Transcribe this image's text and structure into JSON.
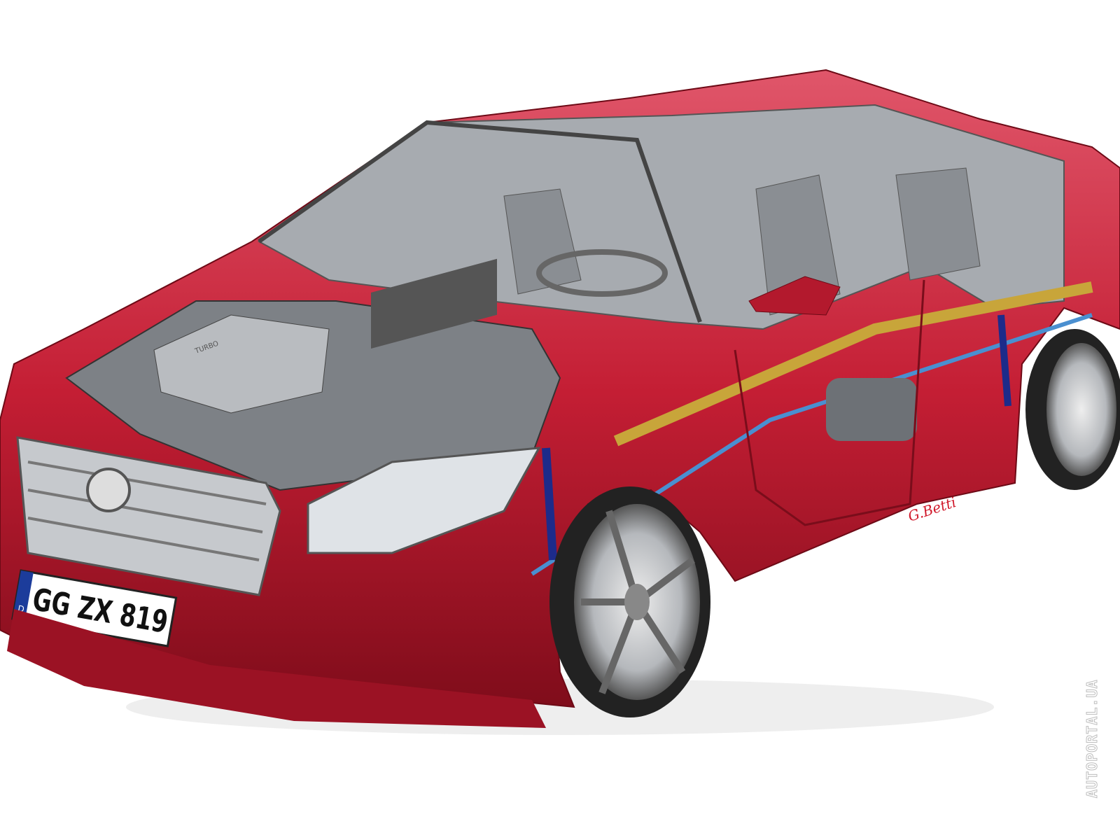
{
  "illustration": {
    "license_plate": {
      "country": "D",
      "text": "GG ZX 819"
    },
    "engine_label": "TURBO",
    "signature": "G.Betti",
    "watermark": "AUTOPORTAL.UA",
    "colors": {
      "body": "#c41e34",
      "body_dark": "#8e1020",
      "interior": "#9a9ea3",
      "chrome": "#d4d7da"
    }
  }
}
